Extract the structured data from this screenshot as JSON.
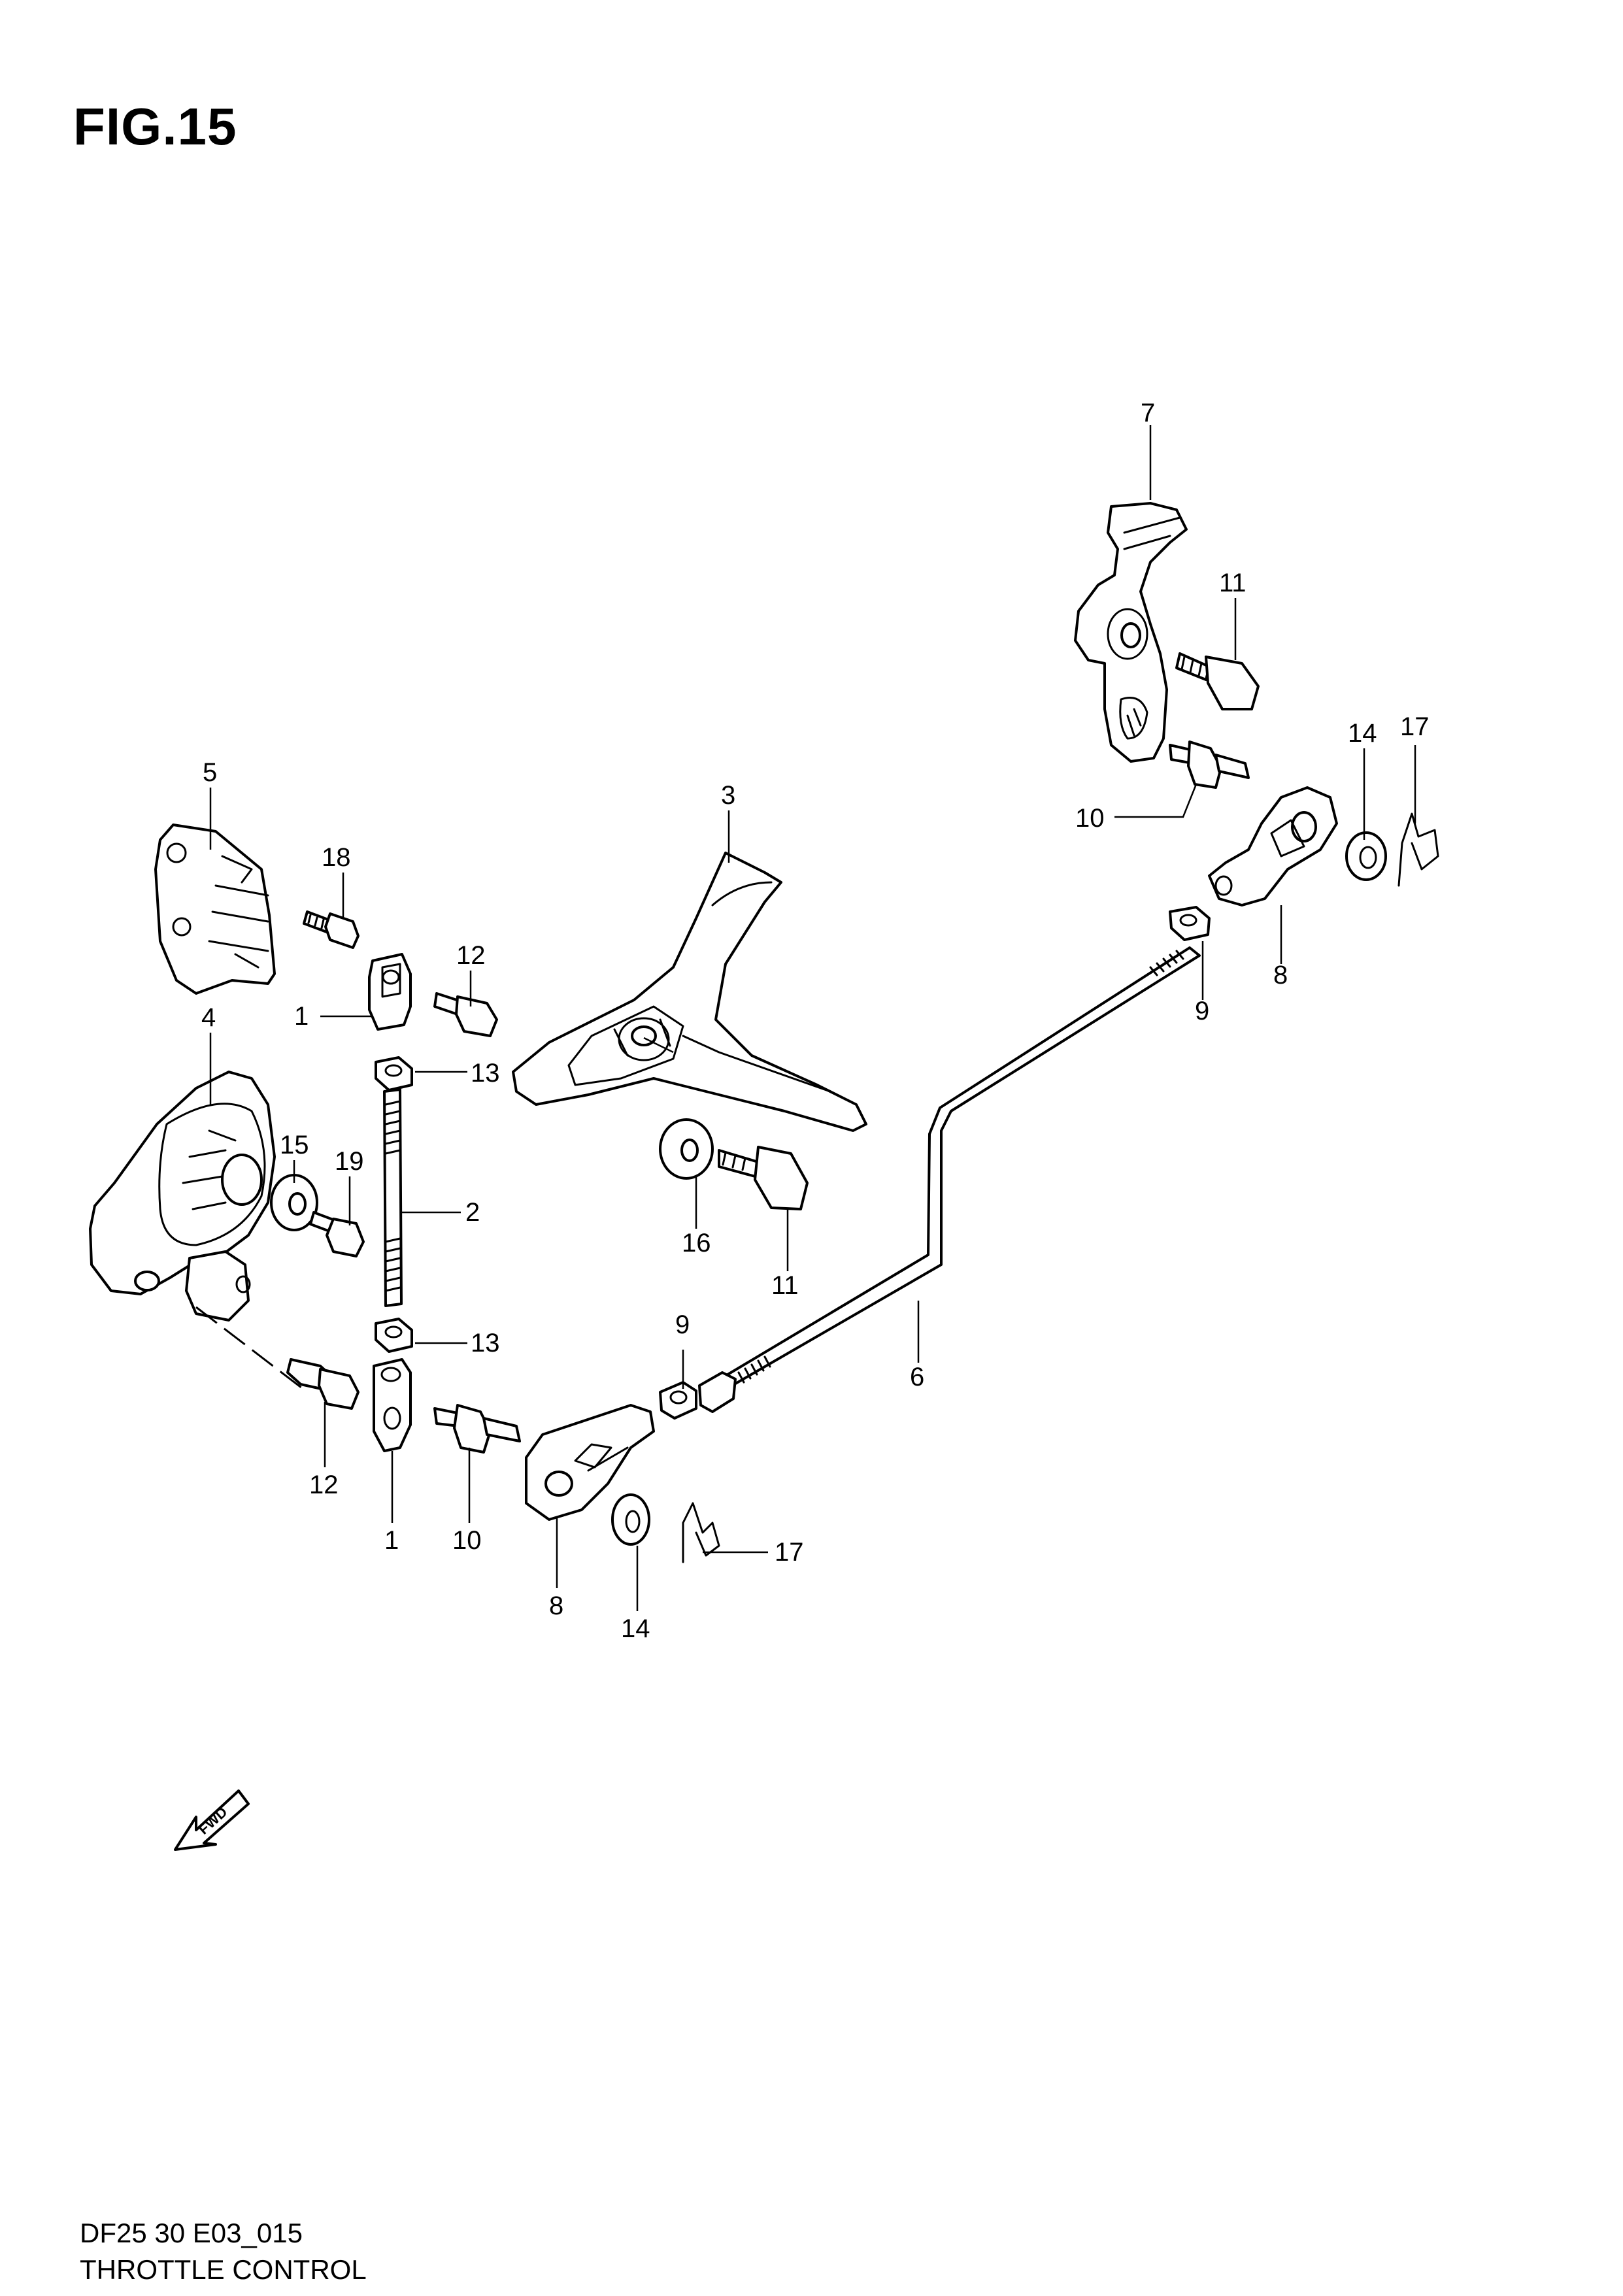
{
  "figure_title": "FIG.15",
  "fwd_label": "FWD",
  "footer": {
    "code": "DF25 30 E03_015",
    "title": "THROTTLE CONTROL"
  },
  "callouts": {
    "c1a": "1",
    "c1b": "1",
    "c2": "2",
    "c3": "3",
    "c4": "4",
    "c5": "5",
    "c6": "6",
    "c7": "7",
    "c8a": "8",
    "c8b": "8",
    "c9a": "9",
    "c9b": "9",
    "c10a": "10",
    "c10b": "10",
    "c11a": "11",
    "c11b": "11",
    "c12a": "12",
    "c12b": "12",
    "c13a": "13",
    "c13b": "13",
    "c14a": "14",
    "c14b": "14",
    "c15": "15",
    "c16": "16",
    "c17a": "17",
    "c17b": "17",
    "c18": "18",
    "c19": "19"
  }
}
